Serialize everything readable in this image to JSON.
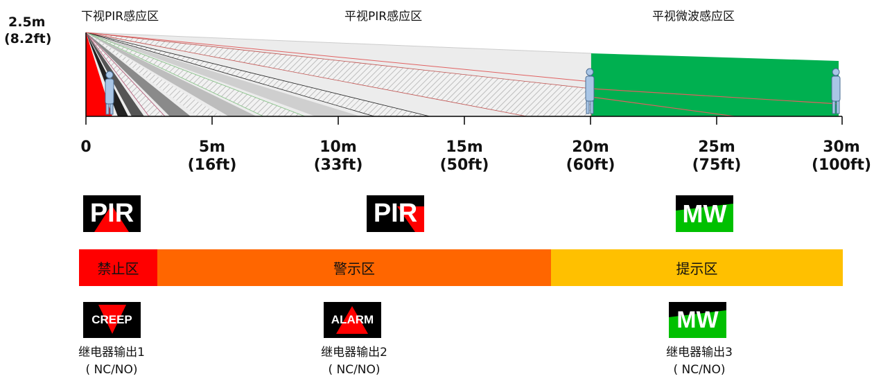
{
  "height_label": {
    "meters": "2.5m",
    "feet": "(8.2ft)"
  },
  "zone_titles": {
    "down_pir": "下视PIR感应区",
    "flat_pir": "平视PIR感应区",
    "flat_mw": "平视微波感应区"
  },
  "distances": [
    {
      "m": "0",
      "ft": ""
    },
    {
      "m": "5m",
      "ft": "(16ft)"
    },
    {
      "m": "10m",
      "ft": "(33ft)"
    },
    {
      "m": "15m",
      "ft": "(50ft)"
    },
    {
      "m": "20m",
      "ft": "(60ft)"
    },
    {
      "m": "25m",
      "ft": "(75ft)"
    },
    {
      "m": "30m",
      "ft": "(100ft)"
    }
  ],
  "sensor_icons": [
    {
      "label": "PIR"
    },
    {
      "label": "PIR"
    },
    {
      "label": "MW"
    }
  ],
  "bands": [
    {
      "label": "禁止区",
      "color": "#ff0000"
    },
    {
      "label": "警示区",
      "color": "#ff6600"
    },
    {
      "label": "提示区",
      "color": "#ffc000"
    }
  ],
  "relays": [
    {
      "icon": "CREEP",
      "name": "继电器输出1",
      "mode": "( NC/NO)"
    },
    {
      "icon": "ALARM",
      "name": "继电器输出2",
      "mode": "( NC/NO)"
    },
    {
      "icon": "MW",
      "name": "继电器输出3",
      "mode": "( NC/NO)"
    }
  ],
  "colors": {
    "pir_red": "#ff0000",
    "mw_green": "#00b050",
    "axis": "#000000"
  }
}
